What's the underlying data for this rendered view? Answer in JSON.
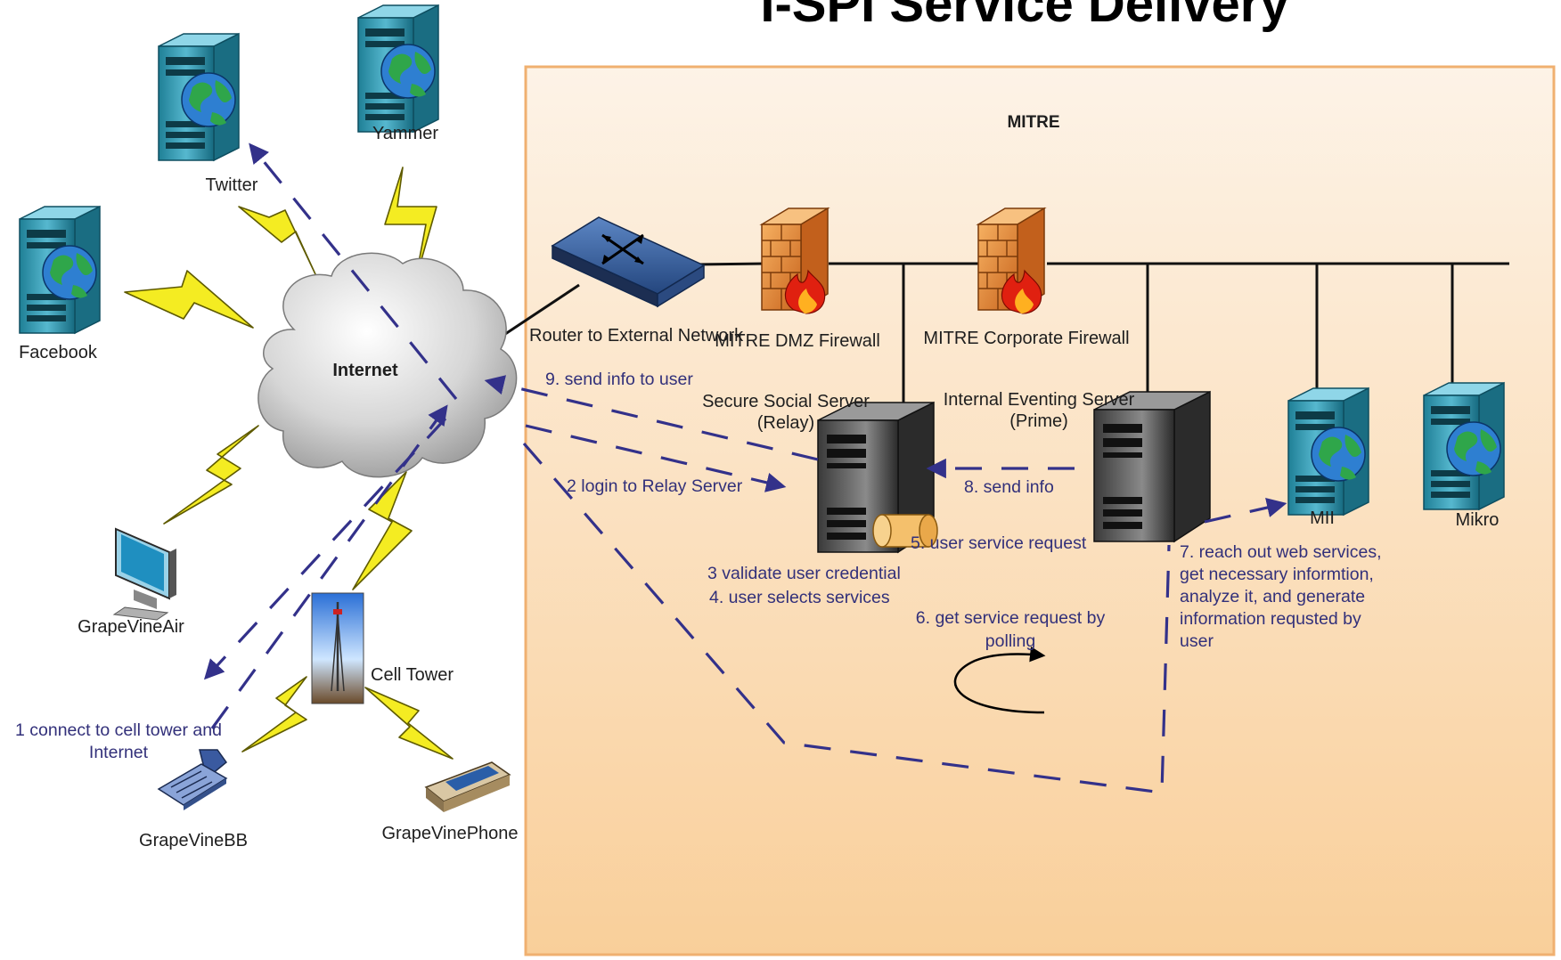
{
  "title": "I-SPI Service Delivery",
  "zone_label": "MITRE",
  "nodes": {
    "twitter": "Twitter",
    "yammer": "Yammer",
    "facebook": "Facebook",
    "internet": "Internet",
    "router": "Router to External Network",
    "dmz_firewall": "MITRE DMZ Firewall",
    "corp_firewall": "MITRE Corporate Firewall",
    "relay_server": [
      "Secure Social Server",
      "(Relay)"
    ],
    "prime_server": [
      "Internal Eventing Server",
      "(Prime)"
    ],
    "mii": "MII",
    "mikro": "Mikro",
    "grapevine_air": "GrapeVineAir",
    "cell_tower": "Cell Tower",
    "grapevine_bb": "GrapeVineBB",
    "grapevine_phone": "GrapeVinePhone"
  },
  "steps": {
    "s1": [
      "1 connect to cell tower and",
      "Internet"
    ],
    "s2": "2 login to Relay Server",
    "s3": "3 validate user credential",
    "s4": "4. user selects services",
    "s5": "5. user service request",
    "s6": [
      "6. get service request by",
      "polling"
    ],
    "s7": [
      "7. reach out web services,",
      "get necessary informtion,",
      "analyze it, and generate",
      "information requsted by",
      "user"
    ],
    "s8": "8. send info",
    "s9": "9. send info to user"
  },
  "colors": {
    "zone_top": "#fdf3e7",
    "zone_bottom": "#f9cf9a",
    "zone_border": "#f0b070",
    "flow": "#33318a",
    "bolt": "#f4ec22"
  }
}
